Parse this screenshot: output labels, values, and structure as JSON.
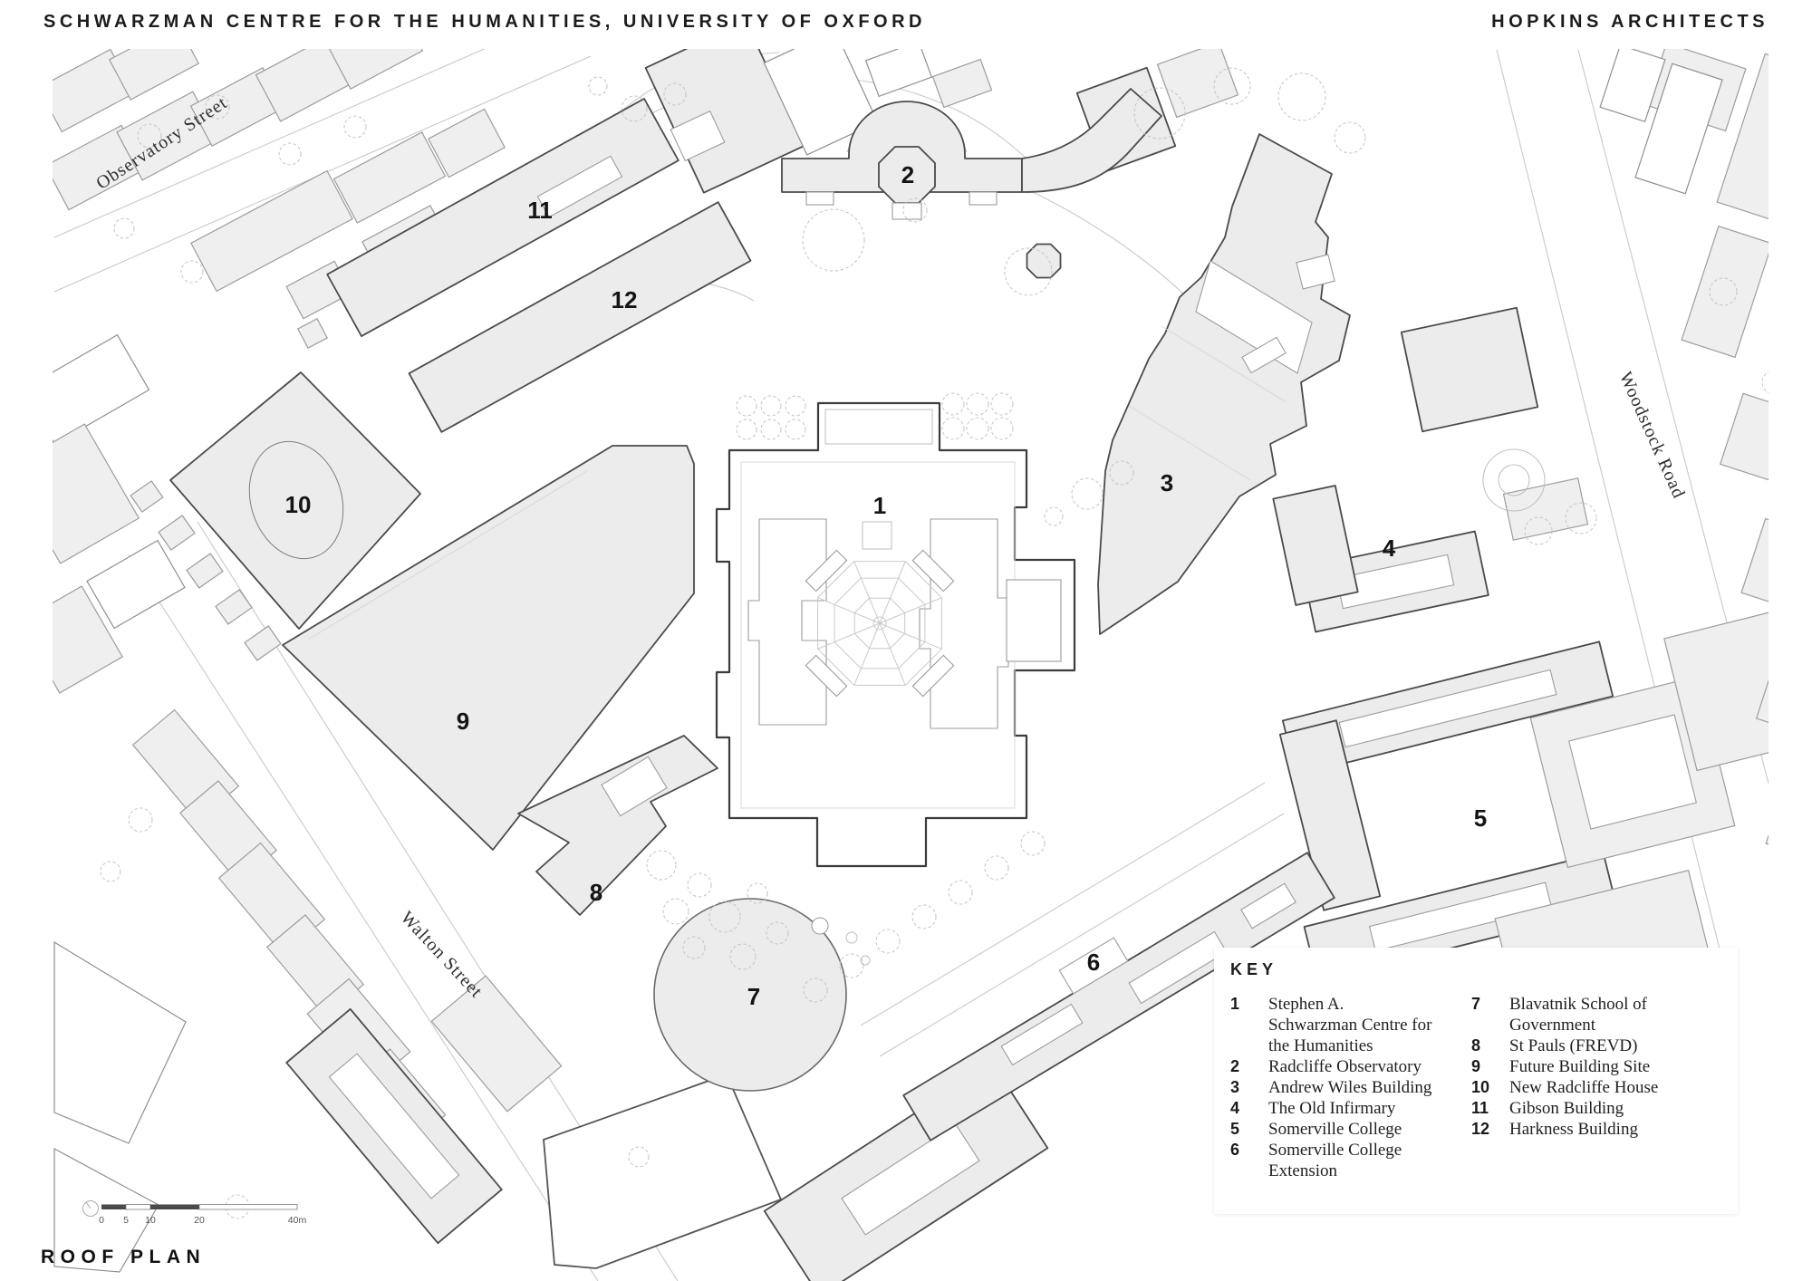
{
  "header": {
    "title": "SCHWARZMAN CENTRE FOR THE HUMANITIES, UNIVERSITY OF OXFORD",
    "firm": "HOPKINS ARCHITECTS"
  },
  "footer": {
    "label": "ROOF PLAN"
  },
  "map": {
    "labels": [
      {
        "n": "1"
      },
      {
        "n": "2"
      },
      {
        "n": "3"
      },
      {
        "n": "4"
      },
      {
        "n": "5"
      },
      {
        "n": "6"
      },
      {
        "n": "7"
      },
      {
        "n": "8"
      },
      {
        "n": "9"
      },
      {
        "n": "10"
      },
      {
        "n": "11"
      },
      {
        "n": "12"
      }
    ],
    "streets": [
      {
        "name": "Observatory Street"
      },
      {
        "name": "Walton Street"
      },
      {
        "name": "Woodstock Road"
      }
    ],
    "scale": {
      "ticks": [
        "0",
        "5",
        "10",
        "20",
        "40m"
      ]
    }
  },
  "key": {
    "title": "KEY",
    "col1": [
      {
        "num": "1",
        "label": "Stephen A.\nSchwarzman Centre for\nthe Humanities"
      },
      {
        "num": "2",
        "label": "Radcliffe Observatory"
      },
      {
        "num": "3",
        "label": "Andrew Wiles Building"
      },
      {
        "num": "4",
        "label": "The Old Infirmary"
      },
      {
        "num": "5",
        "label": "Somerville College"
      },
      {
        "num": "6",
        "label": "Somerville College\nExtension"
      }
    ],
    "col2": [
      {
        "num": "7",
        "label": "Blavatnik School of\nGovernment"
      },
      {
        "num": "8",
        "label": "St Pauls (FREVD)"
      },
      {
        "num": "9",
        "label": "Future Building Site"
      },
      {
        "num": "10",
        "label": "New Radcliffe House"
      },
      {
        "num": "11",
        "label": "Gibson Building"
      },
      {
        "num": "12",
        "label": "Harkness Building"
      }
    ]
  }
}
